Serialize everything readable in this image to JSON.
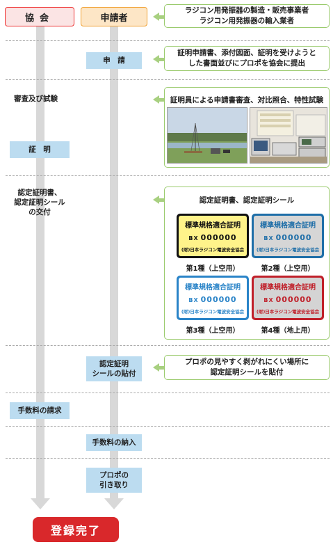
{
  "headers": {
    "association": "協会",
    "applicant": "申請者"
  },
  "notes": {
    "makers": [
      "ラジコン用発振器の製造・販売事業者",
      "ラジコン用発振器の輸入業者"
    ],
    "application": [
      "証明申請書、添付図面、証明を受けようと",
      "した書面並びにプロポを協会に提出"
    ],
    "inspection": "証明員による申請書審査、対比照合、特性試験",
    "certificates": "認定証明書、認定証明シール",
    "affix": [
      "プロポの見やすく剥がれにくい場所に",
      "認定証明シールを貼付"
    ]
  },
  "steps": {
    "apply": "申　請",
    "review": "審査及び試験",
    "certify": "証　明",
    "issue": [
      "認定証明書、",
      "認定証明シール",
      "の交付"
    ],
    "affix_seal": [
      "認定証明",
      "シールの貼付"
    ],
    "fee_request": "手数料の請求",
    "fee_payment": "手数料の納入",
    "pickup": [
      "プロポの",
      "引き取り"
    ],
    "done": "登録完了"
  },
  "seals": [
    {
      "title": "標準規格適合証明",
      "code_prefix": "BX",
      "number": "000000",
      "org": "(財)日本ラジコン電波安全協会",
      "caption": "第1種（上空用）",
      "border": "#111111",
      "bg": "#fff38a",
      "text": "#111111"
    },
    {
      "title": "標準規格適合証明",
      "code_prefix": "BX",
      "number": "000000",
      "org": "(財)日本ラジコン電波安全協会",
      "caption": "第2種（上空用）",
      "border": "#1e6ea8",
      "bg": "#d6d6d6",
      "text": "#1e6ea8"
    },
    {
      "title": "標準規格適合証明",
      "code_prefix": "BX",
      "number": "000000",
      "org": "(財)日本ラジコン電波安全協会",
      "caption": "第3種（上空用）",
      "border": "#2a84c8",
      "bg": "#ffffff",
      "text": "#2a84c8"
    },
    {
      "title": "標準規格適合証明",
      "code_prefix": "BX",
      "number": "000000",
      "org": "(財)日本ラジコン電波安全協会",
      "caption": "第4種（地上用）",
      "border": "#c0202a",
      "bg": "#d4d4d4",
      "text": "#c0202a"
    }
  ],
  "colors": {
    "accent_red": "#d9282b",
    "step_blue": "#bcdcf0",
    "note_green": "#9bcb6e"
  }
}
